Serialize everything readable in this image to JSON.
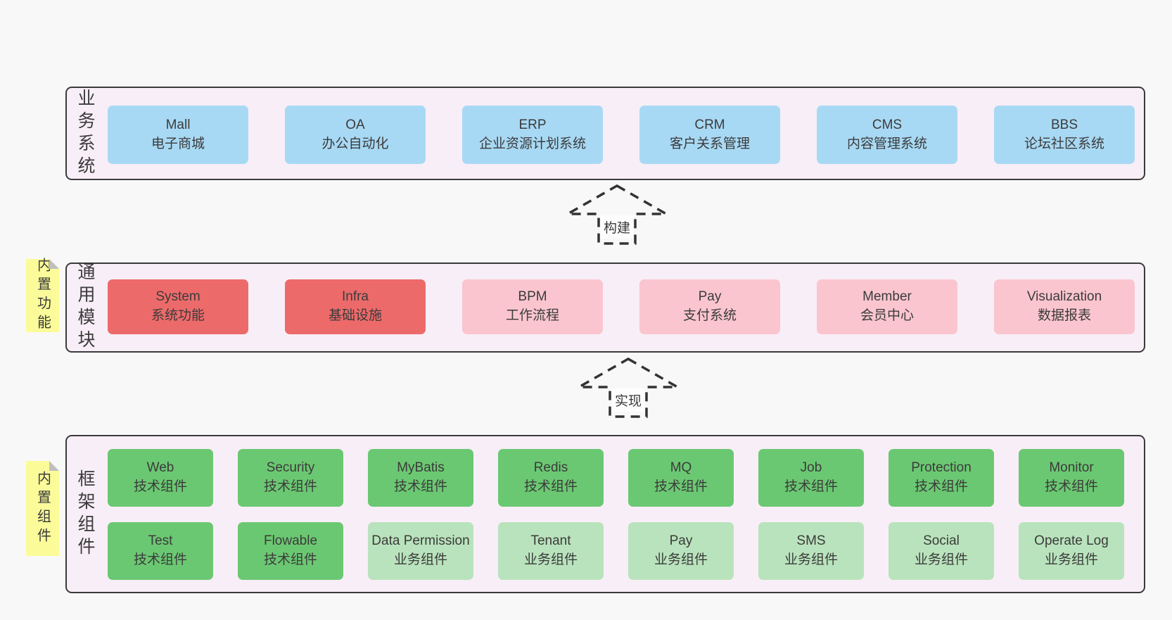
{
  "colors": {
    "page_bg": "#f8f8f8",
    "panel_bg": "#f8eef7",
    "panel_border": "#3b3b3b",
    "blue_box": "#a8d9f4",
    "red_box": "#ed6a6a",
    "pink_box": "#fac5cf",
    "green_dark_box": "#6bc872",
    "green_light_box": "#b9e3bc",
    "sticky_yellow": "#fbfb9a",
    "fold_gray": "#bfbfbf",
    "text": "#3b3b3b",
    "arrow_dash": "#333333"
  },
  "arrows": [
    {
      "label": "构建"
    },
    {
      "label": "实现"
    }
  ],
  "sections": {
    "business": {
      "label": "业务系统",
      "boxes": [
        {
          "title": "Mall",
          "subtitle": "电子商城"
        },
        {
          "title": "OA",
          "subtitle": "办公自动化"
        },
        {
          "title": "ERP",
          "subtitle": "企业资源计划系统"
        },
        {
          "title": "CRM",
          "subtitle": "客户关系管理"
        },
        {
          "title": "CMS",
          "subtitle": "内容管理系统"
        },
        {
          "title": "BBS",
          "subtitle": "论坛社区系统"
        }
      ]
    },
    "modules": {
      "label": "通用模块",
      "sticky": "内置功能",
      "boxes": [
        {
          "title": "System",
          "subtitle": "系统功能",
          "variant": "red"
        },
        {
          "title": "Infra",
          "subtitle": "基础设施",
          "variant": "red"
        },
        {
          "title": "BPM",
          "subtitle": "工作流程",
          "variant": "pink"
        },
        {
          "title": "Pay",
          "subtitle": "支付系统",
          "variant": "pink"
        },
        {
          "title": "Member",
          "subtitle": "会员中心",
          "variant": "pink"
        },
        {
          "title": "Visualization",
          "subtitle": "数据报表",
          "variant": "pink"
        }
      ]
    },
    "components": {
      "label": "框架组件",
      "sticky": "内置组件",
      "rows": [
        [
          {
            "title": "Web",
            "subtitle": "技术组件",
            "variant": "green-dark"
          },
          {
            "title": "Security",
            "subtitle": "技术组件",
            "variant": "green-dark"
          },
          {
            "title": "MyBatis",
            "subtitle": "技术组件",
            "variant": "green-dark"
          },
          {
            "title": "Redis",
            "subtitle": "技术组件",
            "variant": "green-dark"
          },
          {
            "title": "MQ",
            "subtitle": "技术组件",
            "variant": "green-dark"
          },
          {
            "title": "Job",
            "subtitle": "技术组件",
            "variant": "green-dark"
          },
          {
            "title": "Protection",
            "subtitle": "技术组件",
            "variant": "green-dark"
          },
          {
            "title": "Monitor",
            "subtitle": "技术组件",
            "variant": "green-dark"
          }
        ],
        [
          {
            "title": "Test",
            "subtitle": "技术组件",
            "variant": "green-dark"
          },
          {
            "title": "Flowable",
            "subtitle": "技术组件",
            "variant": "green-dark"
          },
          {
            "title": "Data Permission",
            "subtitle": "业务组件",
            "variant": "green-light"
          },
          {
            "title": "Tenant",
            "subtitle": "业务组件",
            "variant": "green-light"
          },
          {
            "title": "Pay",
            "subtitle": "业务组件",
            "variant": "green-light"
          },
          {
            "title": "SMS",
            "subtitle": "业务组件",
            "variant": "green-light"
          },
          {
            "title": "Social",
            "subtitle": "业务组件",
            "variant": "green-light"
          },
          {
            "title": "Operate Log",
            "subtitle": "业务组件",
            "variant": "green-light"
          }
        ]
      ]
    }
  }
}
